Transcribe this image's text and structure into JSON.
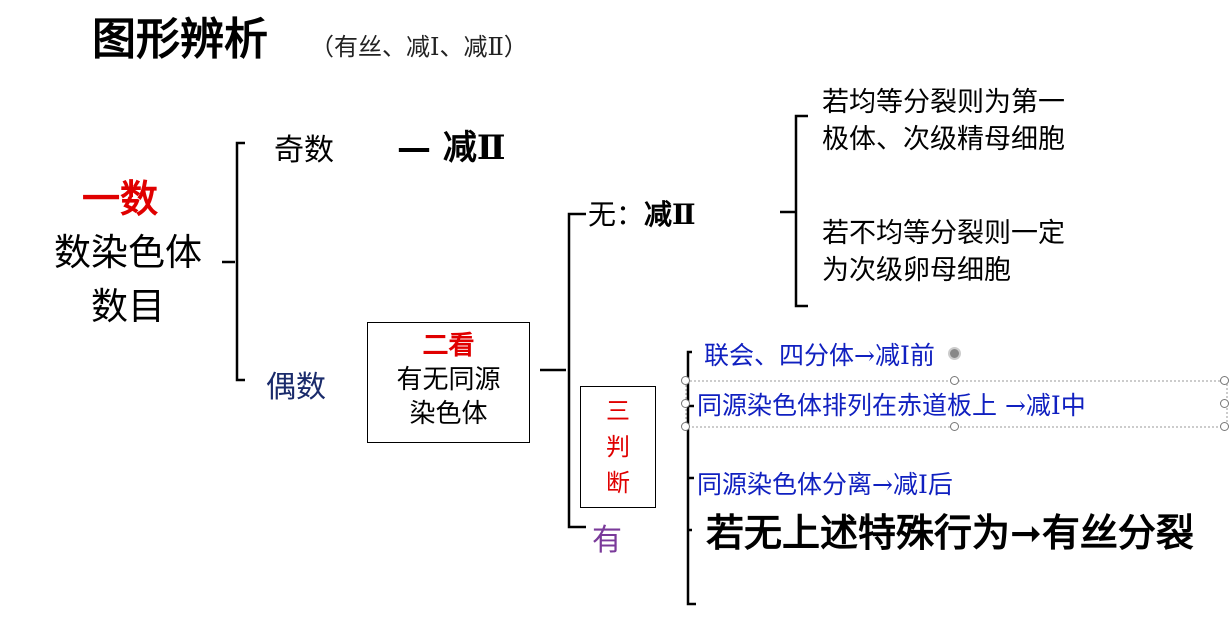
{
  "title": "图形辨析",
  "subtitle": "（有丝、减Ⅰ、减Ⅱ）",
  "root": {
    "emphasis": "一数",
    "label": "数染色体数目"
  },
  "odd": {
    "label": "奇数",
    "result": "— 减Ⅱ"
  },
  "even": {
    "label": "偶数"
  },
  "second_look": {
    "heading": "二看",
    "text": "有无同源染色体"
  },
  "without_homologs": {
    "label": "无：",
    "result": "减Ⅱ",
    "notes": [
      "若均等分裂则为第一极体、次级精母细胞",
      "若不均等分裂则一定为次级卵母细胞"
    ]
  },
  "third_judge": {
    "text": "三判断"
  },
  "with_homologs": {
    "label": "有",
    "stages": [
      "联会、四分体→减Ⅰ前",
      "同源染色体排列在赤道板上 →减Ⅰ中",
      "同源染色体分离→减Ⅰ后"
    ],
    "otherwise": "若无上述特殊行为➞有丝分裂"
  },
  "colors": {
    "red": "#e00000",
    "blue": "#1020c0",
    "purple": "#7a3a9a",
    "navy": "#1a2b6b"
  }
}
